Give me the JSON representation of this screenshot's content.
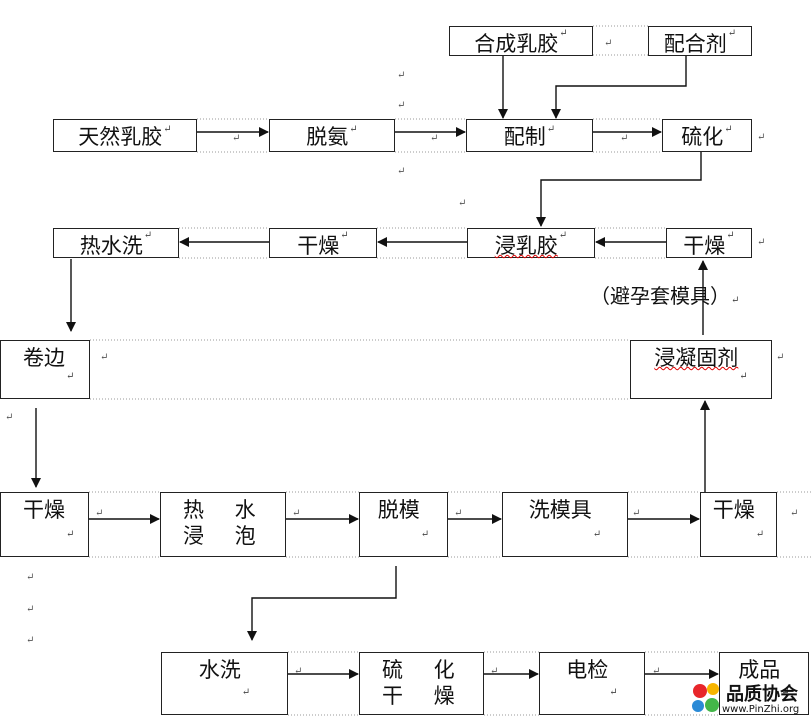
{
  "nodes": {
    "synthetic_latex": "合成乳胶",
    "compounding_agent": "配合剂",
    "natural_latex": "天然乳胶",
    "deammoniation": "脱氨",
    "preparation": "配制",
    "vulcanization": "硫化",
    "hot_water_wash": "热水洗",
    "drying_1": "干燥",
    "dip_latex": "浸乳胶",
    "drying_2": "干燥",
    "condom_mold": "（避孕套模具）",
    "dip_coagulant": "浸凝固剂",
    "bead_rolling": "卷边",
    "drying_3": "干燥",
    "hot_water_soak": "热 水 浸 泡",
    "demolding": "脱模",
    "mold_washing": "洗模具",
    "drying_4": "干燥",
    "water_wash": "水洗",
    "vulcanize_dry": "硫 化 干 燥",
    "electronic_test": "电检",
    "finished_product": "成品"
  },
  "paragraph_mark": "↵",
  "logo": {
    "name": "品质协会",
    "url": "www.PinZhi.org",
    "colors": [
      "#e8262b",
      "#f7b500",
      "#2a8ad6",
      "#43b649"
    ]
  },
  "colors": {
    "line": "#111111",
    "dotted": "#888888",
    "squiggle": "#d00000"
  }
}
